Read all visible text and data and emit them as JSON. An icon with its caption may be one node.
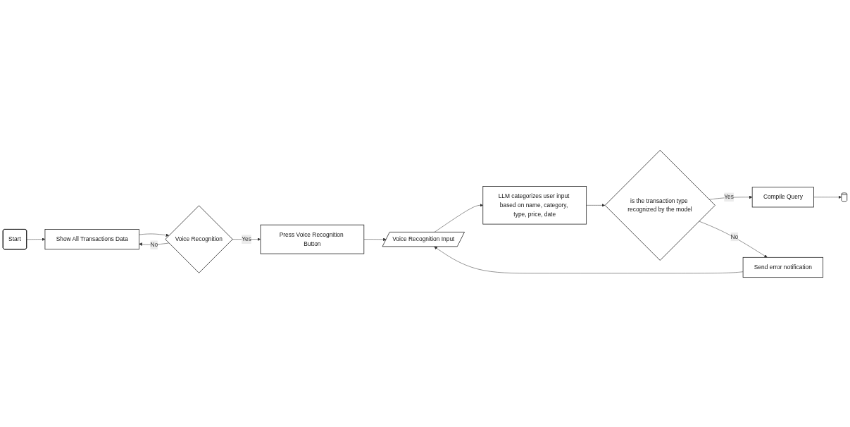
{
  "diagram": {
    "nodes": [
      {
        "text": [
          "Start"
        ]
      },
      {
        "text": [
          "Show All Transactions Data"
        ]
      },
      {
        "text": [
          "Voice Recognition"
        ]
      },
      {
        "text": [
          "Press Voice Recognition Button"
        ]
      },
      {
        "text": [
          "Voice Recognition Input"
        ]
      },
      {
        "text": [
          "LLM categorizes user input based on name, category, type, price, date"
        ]
      },
      {
        "text": [
          "is the transaction type recognized by the model"
        ]
      },
      {
        "text": [
          "Compile Query"
        ]
      },
      {
        "text": [],
        "shape": "cylinder"
      },
      {
        "text": [
          "Send error notification"
        ]
      }
    ],
    "edges": [
      {
        "from": 0,
        "to": 1,
        "arrow": "to"
      },
      {
        "from": 1,
        "to": 2,
        "arrow": "to"
      },
      {
        "from": 2,
        "to": 1,
        "arrow": "to",
        "label": "No"
      },
      {
        "from": 2,
        "to": 3,
        "arrow": "to",
        "label": "Yes"
      },
      {
        "from": 3,
        "to": 4,
        "arrow": "to"
      },
      {
        "from": 4,
        "to": 5,
        "arrow": "to"
      },
      {
        "from": 5,
        "to": 6,
        "arrow": "to"
      },
      {
        "from": 6,
        "to": 7,
        "arrow": "to",
        "label": "Yes"
      },
      {
        "from": 7,
        "to": 8,
        "arrow": "to"
      },
      {
        "from": 6,
        "to": 9,
        "arrow": "to",
        "label": "No"
      },
      {
        "from": 9,
        "to": 4,
        "arrow": "to"
      }
    ]
  }
}
